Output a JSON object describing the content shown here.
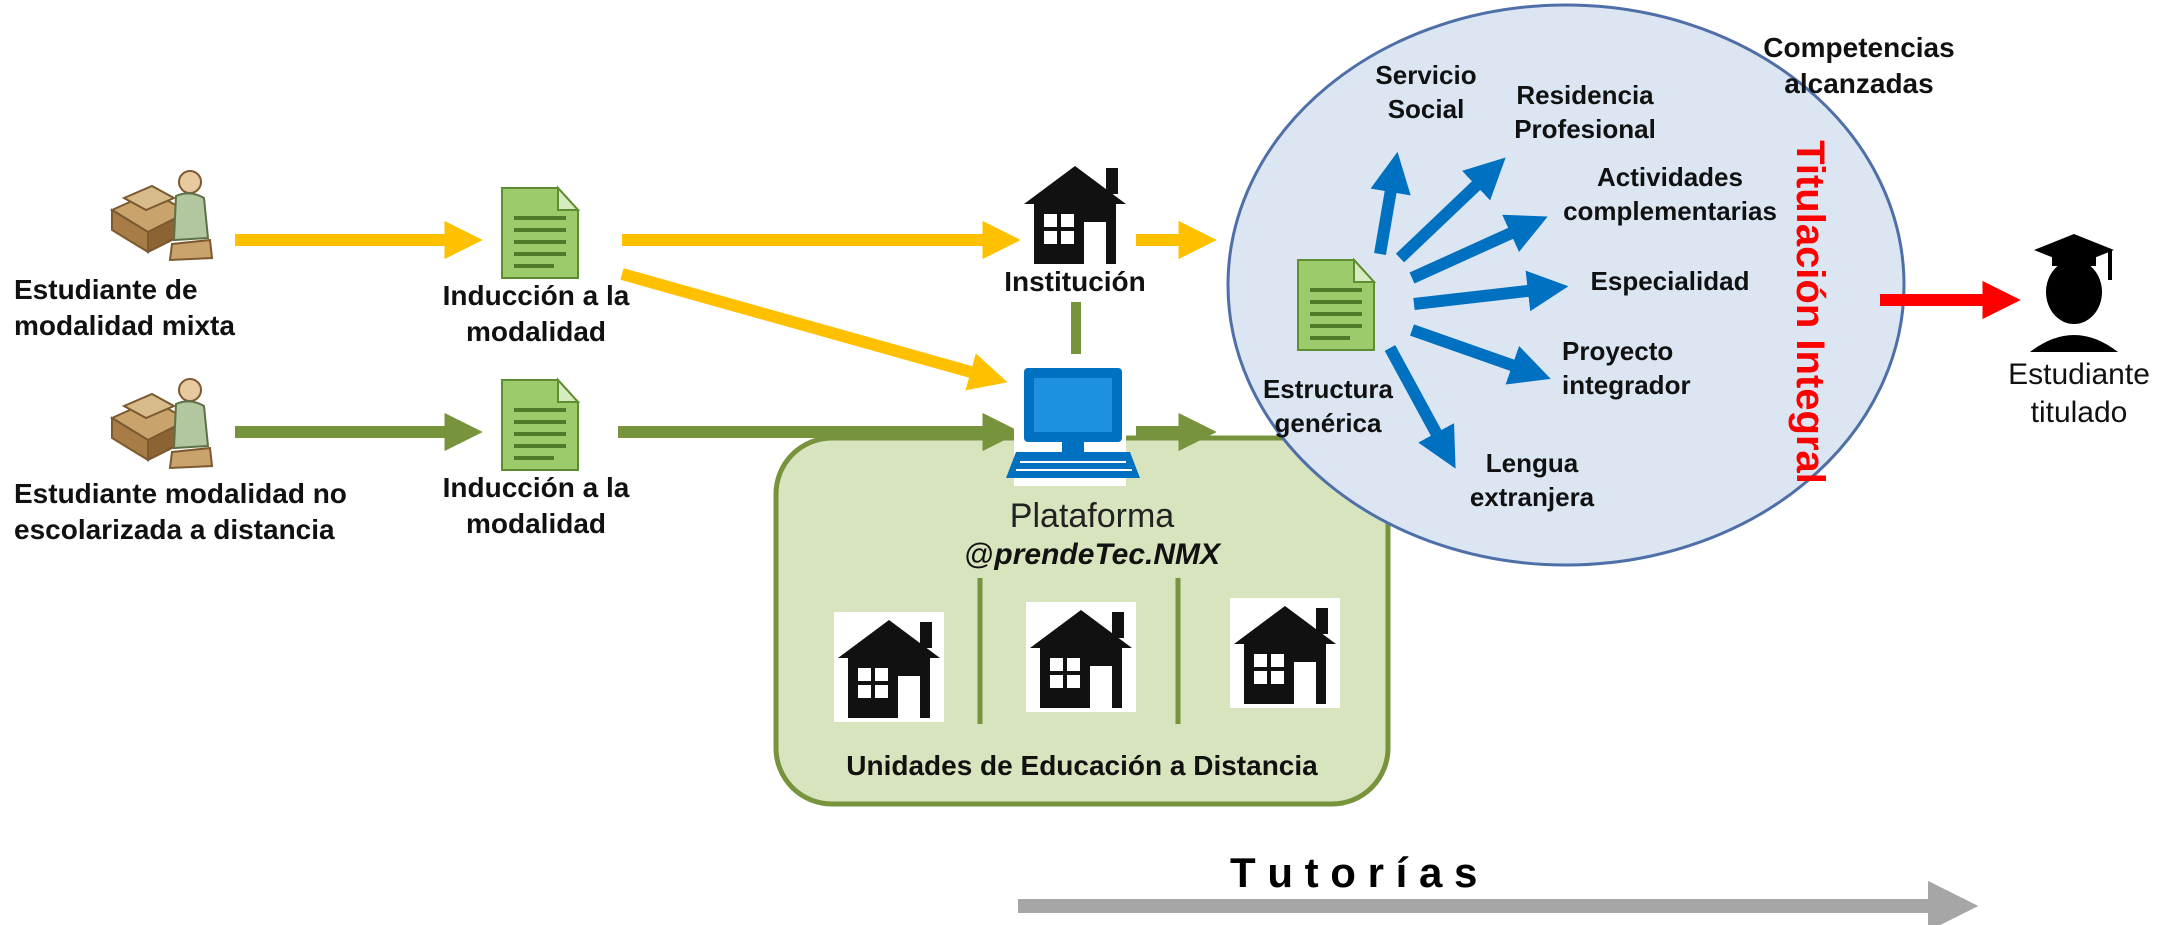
{
  "nodes": {
    "student_mixed": "Estudiante de modalidad mixta",
    "student_distance": "Estudiante modalidad no escolarizada a distancia",
    "induction_1": "Inducción a la modalidad",
    "induction_2": "Inducción a la modalidad",
    "institution": "Institución",
    "platform_line1": "Plataforma",
    "platform_line2_prefix": "@",
    "platform_line2_italic": "prendeTec.NMX",
    "distance_units": "Unidades de Educación a Distancia",
    "generic_structure": "Estructura genérica",
    "competencies": "Competencias alcanzadas",
    "integral_titling": "Titulación Integral",
    "graduated_student": "Estudiante titulado",
    "tutoring": "T u t o r í a s"
  },
  "branches": [
    "Servicio Social",
    "Residencia Profesional",
    "Actividades complementarias",
    "Especialidad",
    "Proyecto integrador",
    "Lengua extranjera"
  ],
  "colors": {
    "yellow_flow": "#FFC000",
    "green_flow": "#77933C",
    "blue_branch": "#0070C0",
    "red_titling": "#FF0000",
    "gray_tutoring": "#A6A6A6",
    "circle_fill": "#DCE6F2",
    "circle_stroke": "#4F6FA8",
    "box_fill": "#D7E4BD",
    "box_stroke": "#77933C"
  }
}
